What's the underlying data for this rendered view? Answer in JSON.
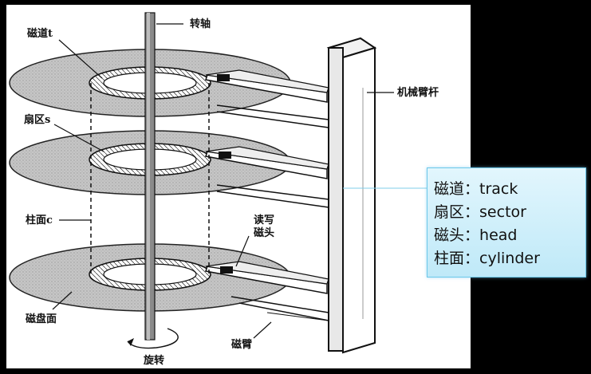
{
  "diagram": {
    "labels": {
      "spindle": "转轴",
      "track": "磁道t",
      "sector": "扇区s",
      "cylinder": "柱面c",
      "rw_head": "读写",
      "rw_head2": "磁头",
      "platter_surface": "磁盘面",
      "rotation": "旋转",
      "arm_bar": "机械臂杆",
      "arm": "磁臂"
    }
  },
  "legend": {
    "items": [
      {
        "term": "磁道",
        "sep": "：",
        "english": "track"
      },
      {
        "term": "扇区",
        "sep": "：",
        "english": "sector"
      },
      {
        "term": "磁头",
        "sep": "：",
        "english": "head"
      },
      {
        "term": "柱面",
        "sep": "：",
        "english": "cylinder"
      }
    ]
  },
  "colors": {
    "background": "#000000",
    "figure_bg": "#ffffff",
    "platter": "#c9c9c9",
    "legend_bg": "#d6f1fb",
    "legend_border": "#6cc8ea"
  }
}
